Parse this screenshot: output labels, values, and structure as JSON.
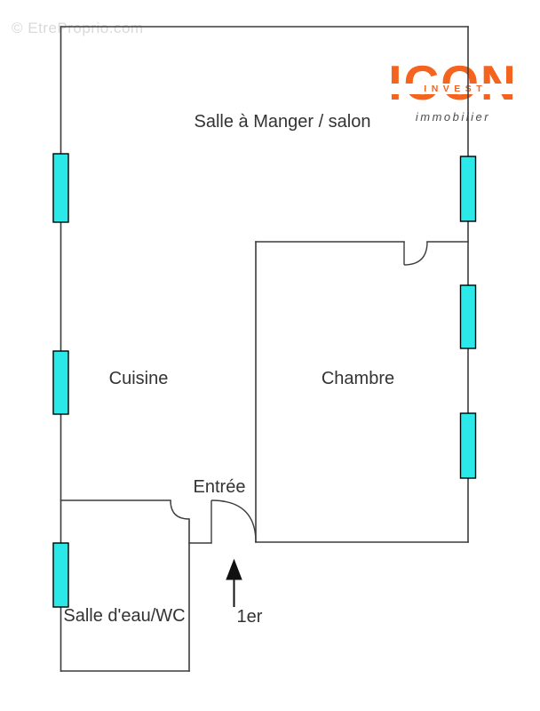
{
  "watermark": {
    "text": "© EtreProprio.com",
    "color": "#d9d9d9"
  },
  "logo": {
    "wordmark": "ICON",
    "band_text": "INVEST",
    "tagline": "immobilier",
    "orange": "#F4641E",
    "tagline_color": "#4d4d4d"
  },
  "floorplan": {
    "rooms": [
      {
        "id": "salle-a-manger-salon",
        "label": "Salle à Manger / salon"
      },
      {
        "id": "cuisine",
        "label": "Cuisine"
      },
      {
        "id": "chambre",
        "label": "Chambre"
      },
      {
        "id": "entree",
        "label": "Entrée"
      },
      {
        "id": "salle-deau-wc",
        "label": "Salle d'eau/WC"
      }
    ],
    "floor_label": "1er",
    "window_count": 6,
    "colors": {
      "wall": "#3c3c3c",
      "window_fill": "#2be9e9",
      "window_border": "#000000",
      "text": "#333333"
    }
  }
}
